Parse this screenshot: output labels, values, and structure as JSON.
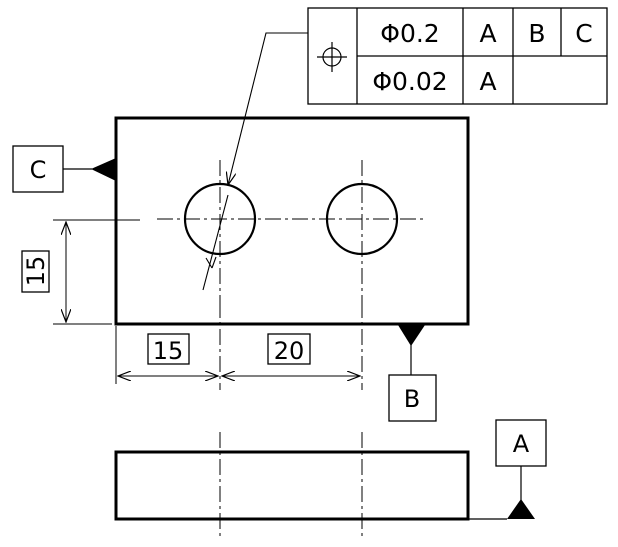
{
  "feature_control_frame": {
    "symbol": "position-icon",
    "rows": [
      {
        "tolerance": "Φ0.2",
        "datums": [
          "A",
          "B",
          "C"
        ]
      },
      {
        "tolerance": "Φ0.02",
        "datums": [
          "A"
        ]
      }
    ]
  },
  "datum_labels": {
    "a": "A",
    "b": "B",
    "c": "C"
  },
  "dimensions": {
    "vertical_15": "15",
    "horizontal_15": "15",
    "horizontal_20": "20"
  }
}
